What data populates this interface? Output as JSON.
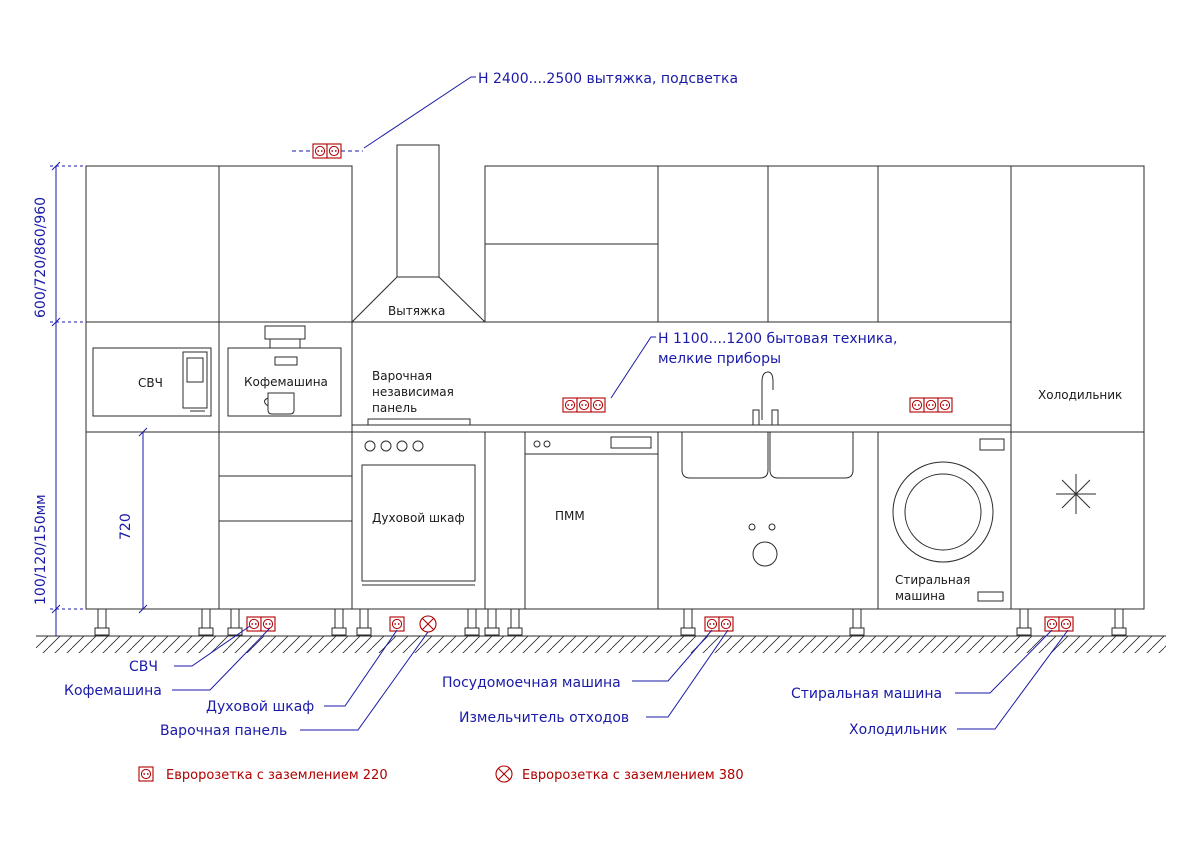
{
  "colors": {
    "line": "#2b2b2b",
    "annotation": "#1a1aa8",
    "socket": "#b00000"
  },
  "dimensions": {
    "top_height": "600/720/860/960",
    "worktop_height": "720",
    "plinth_height": "100/120/150мм"
  },
  "heights": {
    "hood": "Н 2400....2500  вытяжка, подсветка",
    "appliances_line1": "Н 1100....1200  бытовая техника,",
    "appliances_line2": "мелкие приборы"
  },
  "appliances": {
    "microwave": "СВЧ",
    "coffee": "Кофемашина",
    "hood": "Вытяжка",
    "hob_line1": "Варочная",
    "hob_line2": "независимая",
    "hob_line3": "панель",
    "oven": "Духовой шкаф",
    "dishwasher": "ПММ",
    "washer_line1": "Стиральная",
    "washer_line2": "машина",
    "fridge": "Холодильник"
  },
  "callouts": {
    "microwave": "СВЧ",
    "coffee": "Кофемашина",
    "oven": "Духовой шкаф",
    "hob": "Варочная панель",
    "dishwasher": "Посудомоечная машина",
    "disposer": "Измельчитель отходов",
    "washer": "Стиральная машина",
    "fridge": "Холодильник"
  },
  "legend": {
    "socket220": "Евророзетка с заземлением 220",
    "socket380": "Евророзетка с заземлением 380"
  },
  "icons": {
    "socket220": "euro-socket-220-icon",
    "socket380": "euro-socket-380-icon",
    "fridge": "snowflake-icon"
  }
}
